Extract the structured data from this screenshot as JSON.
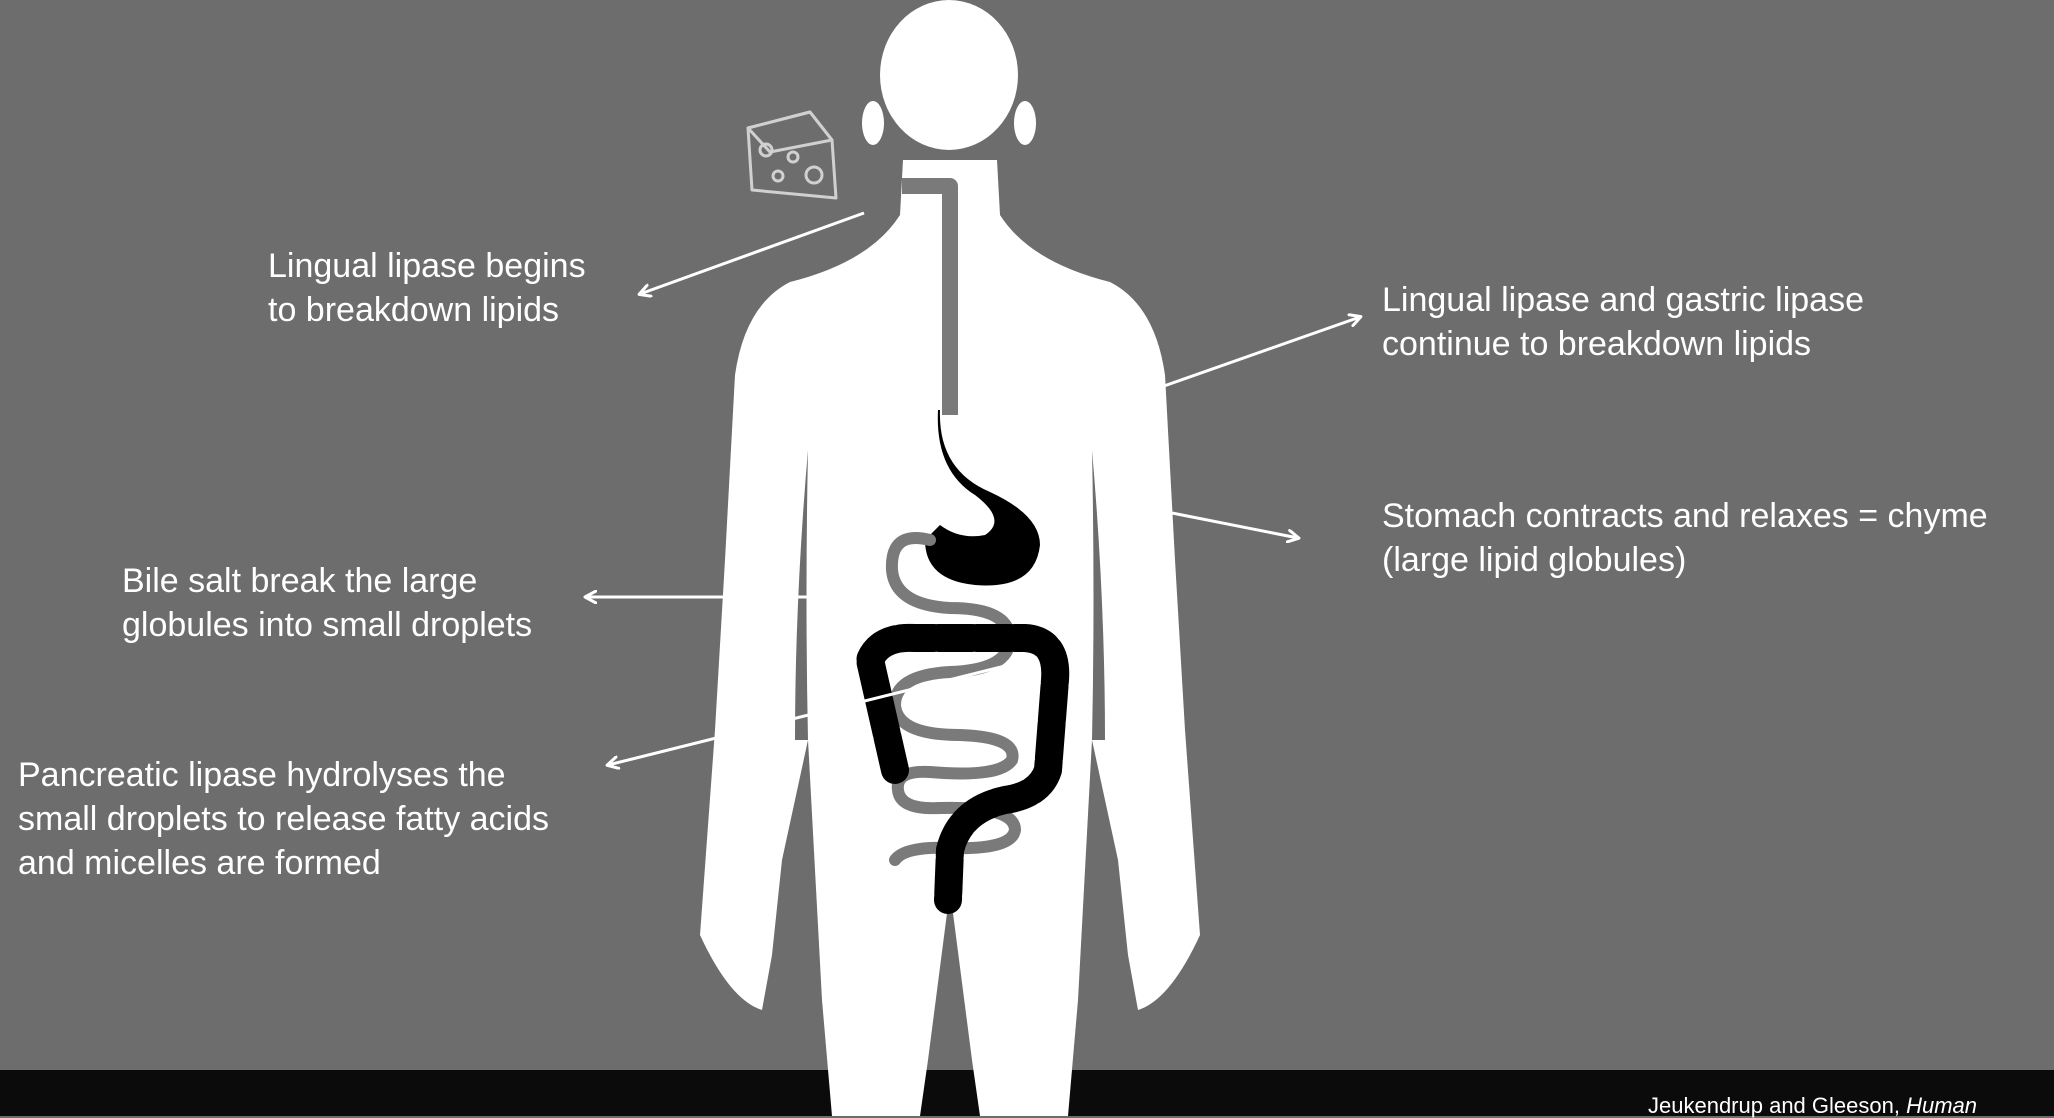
{
  "colors": {
    "background": "#6d6d6d",
    "footer": "#0b0b0b",
    "body_silhouette": "#ffffff",
    "organs": "#000000",
    "small_intestine": "#7a7a7a",
    "text": "#ffffff"
  },
  "annotations": {
    "mouth": {
      "lines": [
        "Lingual lipase begins",
        "to breakdown lipids"
      ]
    },
    "stomach": {
      "lines": [
        "Lingual lipase and gastric lipase",
        "continue to breakdown lipids"
      ]
    },
    "chyme": {
      "lines": [
        "Stomach contracts and relaxes = chyme",
        "(large lipid globules)"
      ]
    },
    "bile": {
      "lines": [
        "Bile salt break the large",
        "globules into small droplets"
      ]
    },
    "pancreatic": {
      "lines": [
        "Pancreatic lipase hydrolyses the",
        "small droplets to release fatty acids",
        "and micelles are formed"
      ]
    }
  },
  "citation": {
    "authors": "Jeukendrup and Gleeson, ",
    "title_fragment": "Human"
  },
  "icons": [
    "cheese-icon"
  ]
}
